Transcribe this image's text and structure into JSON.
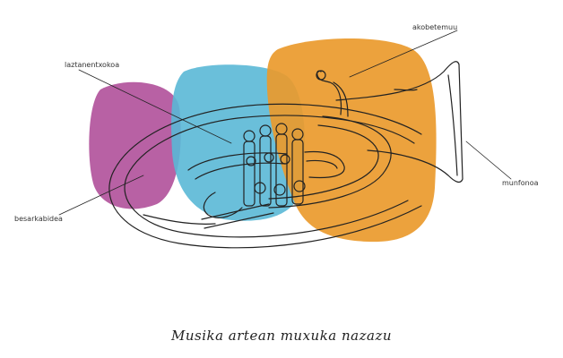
{
  "colors": {
    "blob_magenta": "#b0509a",
    "blob_blue": "#5ab8d6",
    "blob_orange": "#ea9a2c",
    "ink": "#222222"
  },
  "illustration": {
    "icon": "euphonium-line-drawing-icon",
    "labels": {
      "top_left": "laztanentxokoa",
      "top_right": "akobetemuu",
      "right": "munfonoa",
      "left": "besarkabidea"
    }
  },
  "caption": "Musika artean muxuka nazazu"
}
